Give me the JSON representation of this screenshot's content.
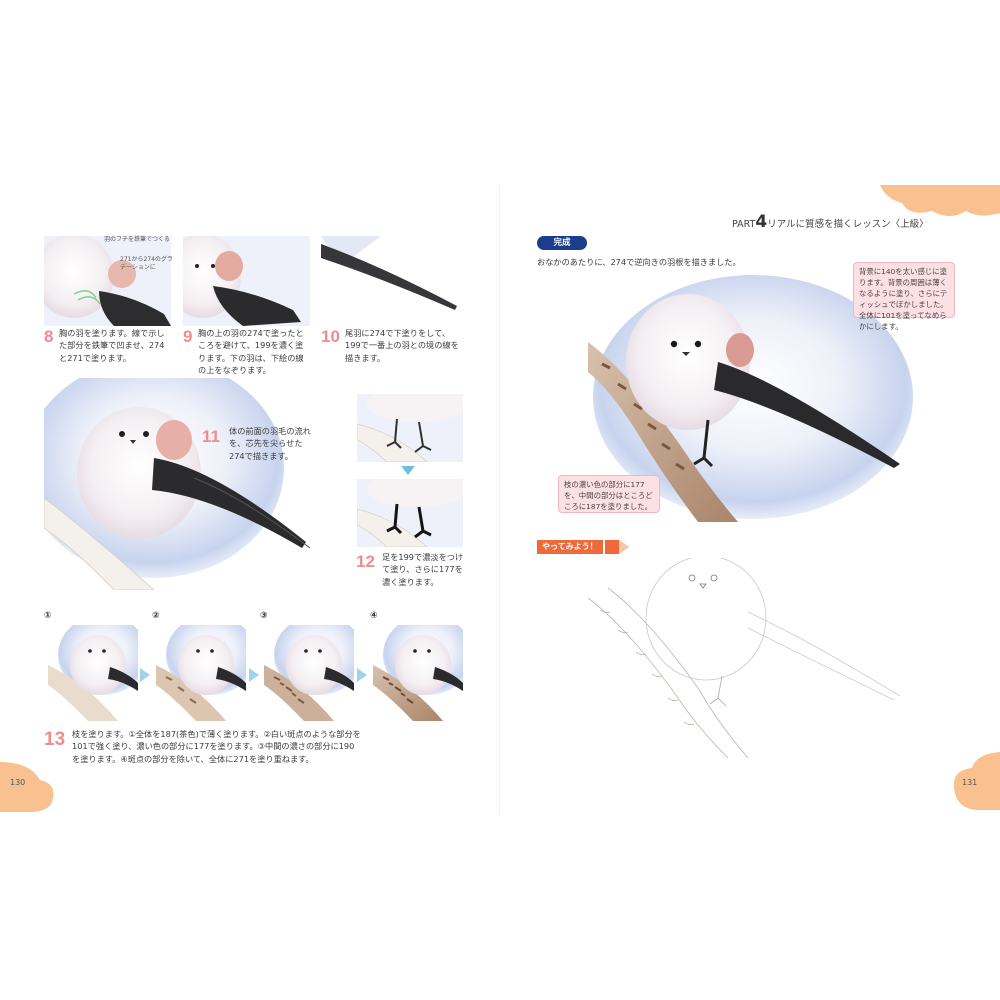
{
  "header": {
    "part_label": "PART",
    "part_number": "4",
    "title": "リアルに質感を描くレッスン〈上級〉"
  },
  "left_page": {
    "page_number": "130",
    "steps": [
      {
        "num": "8",
        "text": "胸の羽を塗ります。線で示した部分を鉄筆で凹ませ、274と271で塗ります。",
        "notes": [
          "羽のフチを鉄筆でつくる",
          "271から274のグラデーションに"
        ]
      },
      {
        "num": "9",
        "text": "胸の上の羽の274で塗ったところを避けて、199を濃く塗ります。下の羽は、下絵の線の上をなぞります。"
      },
      {
        "num": "10",
        "text": "尾羽に274で下塗りをして、199で一番上の羽との境の線を描きます。"
      },
      {
        "num": "11",
        "text": "体の前面の羽毛の流れを、芯先を尖らせた274で描きます。"
      },
      {
        "num": "12",
        "text": "足を199で濃淡をつけて塗り、さらに177を濃く塗ります。"
      },
      {
        "num": "13",
        "text": "枝を塗ります。①全体を187(茶色)で薄く塗ります。②白い斑点のような部分を101で強く塗り、濃い色の部分に177を塗ります。③中間の濃さの部分に190を塗ります。④斑点の部分を除いて、全体に271を塗り重ねます。"
      }
    ],
    "substeps": [
      "①",
      "②",
      "③",
      "④"
    ]
  },
  "right_page": {
    "page_number": "131",
    "complete_badge": "完成",
    "complete_text": "おなかのあたりに、274で逆向きの羽根を描きました。",
    "callout_top": "背景に140を太い感じに塗ります。背景の周囲は薄くなるように塗り、さらにティッシュでぼかしました。全体に101を塗ってなめらかにします。",
    "callout_bottom": "枝の濃い色の部分に177を、中間の部分はところどころに187を塗りました。",
    "try_label": "やってみよう！"
  },
  "colors": {
    "accent_pink": "#f08c8c",
    "badge_blue": "#1b3d8c",
    "try_orange": "#ef6a3a",
    "page_blob": "#f9c190",
    "sky_blue": "#c9d6ee"
  }
}
